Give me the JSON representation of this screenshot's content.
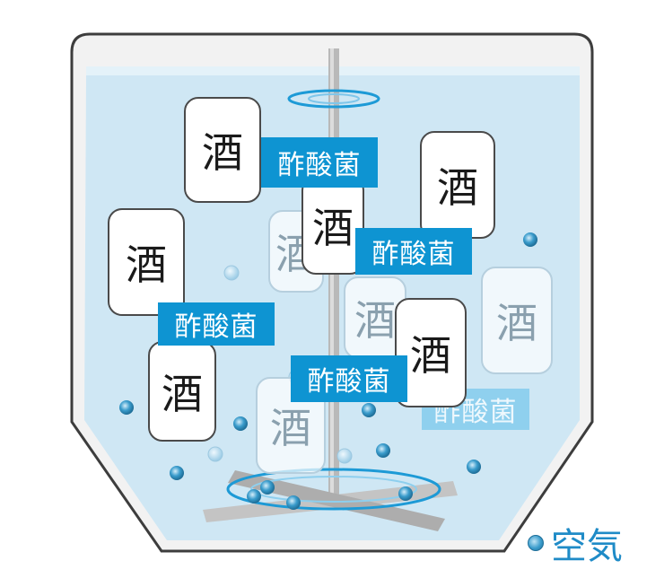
{
  "diagram": {
    "sake_label": "酒",
    "bacteria_label": "酢酸菌",
    "legend_label": "空気",
    "colors": {
      "liquid": "#cfe7f4",
      "tank_outline": "#3d3d3d",
      "label_bg": "#0e94d2",
      "bubble": "#3a9ccc",
      "legend_text": "#1f8bc7"
    }
  }
}
